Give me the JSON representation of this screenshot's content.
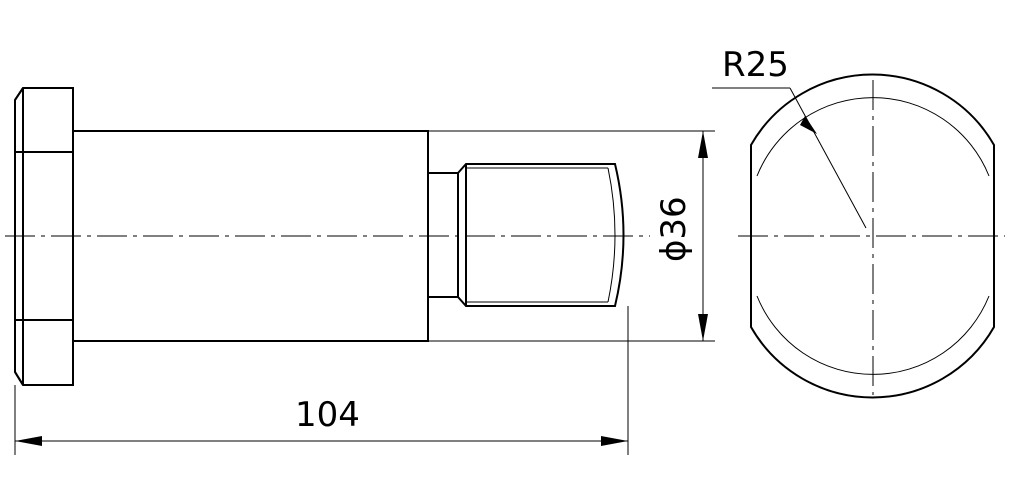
{
  "dimensions": {
    "length_label": "104",
    "diameter_label": "ϕ36",
    "radius_label": "R25"
  },
  "colors": {
    "line": "#000000",
    "background": "#ffffff"
  }
}
